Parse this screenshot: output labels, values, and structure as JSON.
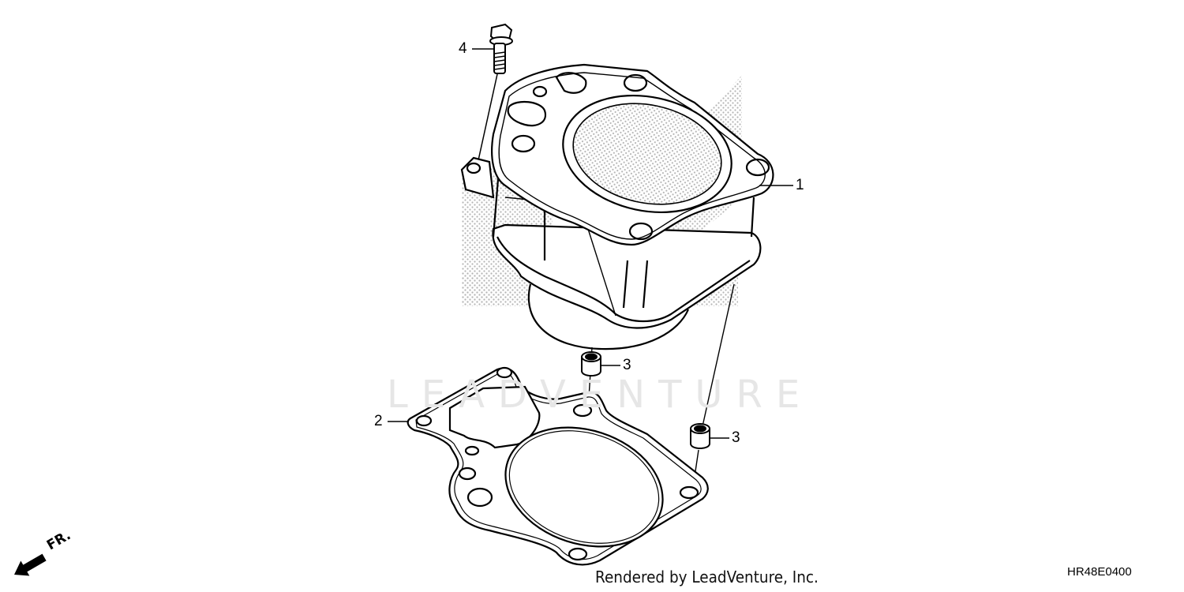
{
  "diagram": {
    "watermark": "LEADVENTURE",
    "credit": "Rendered by LeadVenture, Inc.",
    "diagram_code": "HR48E0400",
    "direction_indicator": {
      "label": "FR.",
      "icon": "arrow-down-left"
    },
    "callouts": [
      {
        "number": "1",
        "part": "cylinder"
      },
      {
        "number": "2",
        "part": "cylinder-gasket"
      },
      {
        "number": "3",
        "part": "dowel-pin"
      },
      {
        "number": "3",
        "part": "dowel-pin"
      },
      {
        "number": "4",
        "part": "flange-bolt"
      }
    ],
    "colors": {
      "line": "#000000",
      "watermark": "#e6e6e6",
      "background": "#ffffff",
      "halftone": "#b5b5b5"
    }
  }
}
